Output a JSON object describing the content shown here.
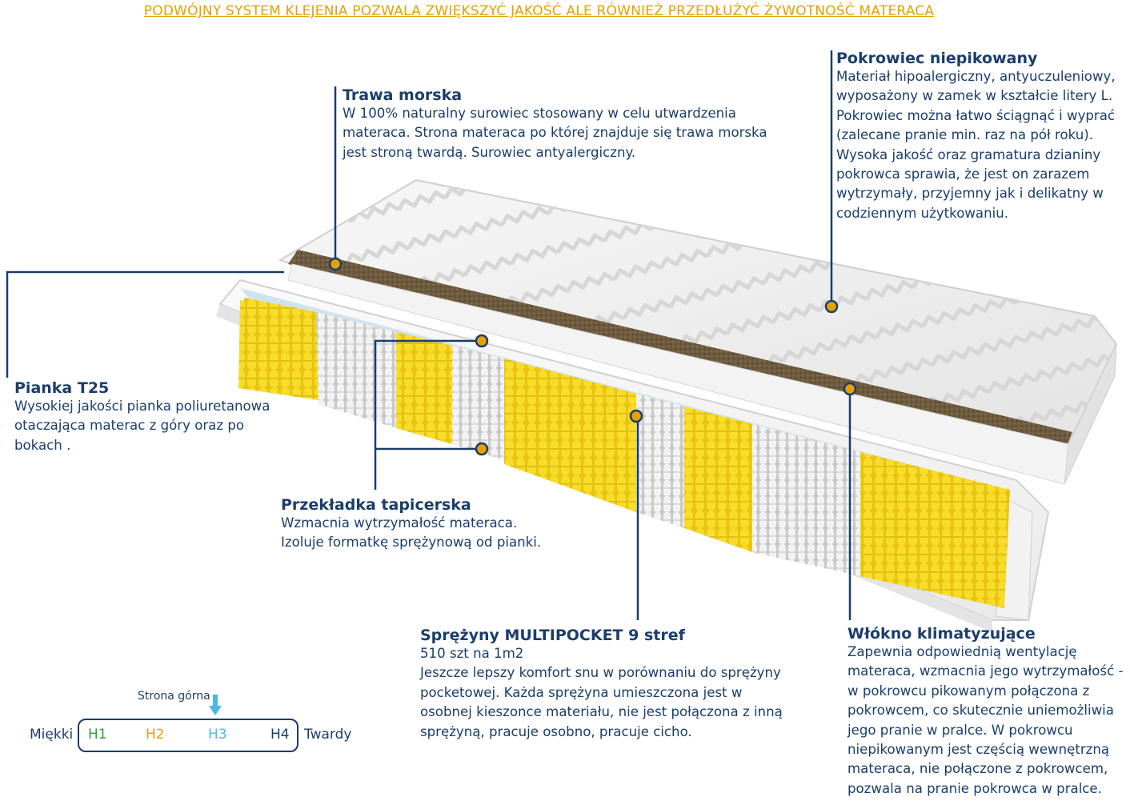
{
  "banner": "PODWÓJNY SYSTEM KLEJENIA POZWALA ZWIĘKSZYĆ JAKOŚĆ ALE RÓWNIEŻ PRZEDŁUŻYĆ ŻYWOTNOŚĆ MATERACA",
  "trawa": {
    "title": "Trawa morska",
    "lines": [
      "W 100% naturalny surowiec stosowany w celu utwardzenia",
      "materaca. Strona materaca po której znajduje się trawa morska",
      "jest stroną twardą. Surowiec antyalergiczny."
    ]
  },
  "pokrowiec": {
    "title": "Pokrowiec  niepikowany",
    "lines": [
      "Materiał hipoalergiczny, antyuczuleniowy,",
      "wyposażony w zamek w kształcie litery L.",
      "Pokrowiec można łatwo ściągnąć i wyprać",
      "(zalecane pranie min.  raz na pół roku).",
      "Wysoka jakość oraz gramatura dzianiny",
      "pokrowca sprawia, że jest on zarazem",
      "wytrzymały, przyjemny jak i delikatny w",
      "codziennym użytkowaniu."
    ]
  },
  "pianka": {
    "title": "Pianka T25",
    "lines": [
      "Wysokiej jakości pianka poliuretanowa",
      "otaczająca materac z góry oraz po",
      "bokach ."
    ]
  },
  "przekladka": {
    "title": "Przekładka tapicerska",
    "lines": [
      "Wzmacnia wytrzymałość materaca.",
      "Izoluje formatkę sprężynową od pianki."
    ]
  },
  "sprezyny": {
    "title": "Sprężyny MULTIPOCKET  9 stref",
    "lines": [
      "510 szt na 1m2",
      "Jeszcze lepszy komfort snu w porównaniu do sprężyny",
      "pocketowej. Każda sprężyna umieszczona jest w",
      "osobnej kieszonce materiału, nie jest połączona z inną",
      "sprężyną, pracuje osobno, pracuje cicho."
    ]
  },
  "wlokno": {
    "title": "Włókno klimatyzujące",
    "lines": [
      "Zapewnia odpowiednią wentylację",
      "materaca, wzmacnia jego wytrzymałość -",
      "w pokrowcu pikowanym połączona z",
      "pokrowcem, co skutecznie uniemożliwia",
      "jego pranie w pralce. W pokrowcu",
      "niepikowanym jest częścią wewnętrzną",
      "materaca, nie połączone z pokrowcem,",
      "pozwala na pranie pokrowca w pralce."
    ]
  },
  "firmness": {
    "top_side_label": "Strona górna",
    "soft_label": "Miękki",
    "hard_label": "Twardy",
    "levels": [
      {
        "label": "H1",
        "color": "#2e9e3a"
      },
      {
        "label": "H2",
        "color": "#e6a100"
      },
      {
        "label": "H3",
        "color": "#4ab8e8"
      },
      {
        "label": "H4",
        "color": "#1a3d6b"
      }
    ],
    "selected": "H3"
  },
  "colors": {
    "navy": "#1a3d6b",
    "accent": "#e6a100",
    "spring_yellow": "#f2d21a",
    "spring_white": "#dcdcdc"
  }
}
